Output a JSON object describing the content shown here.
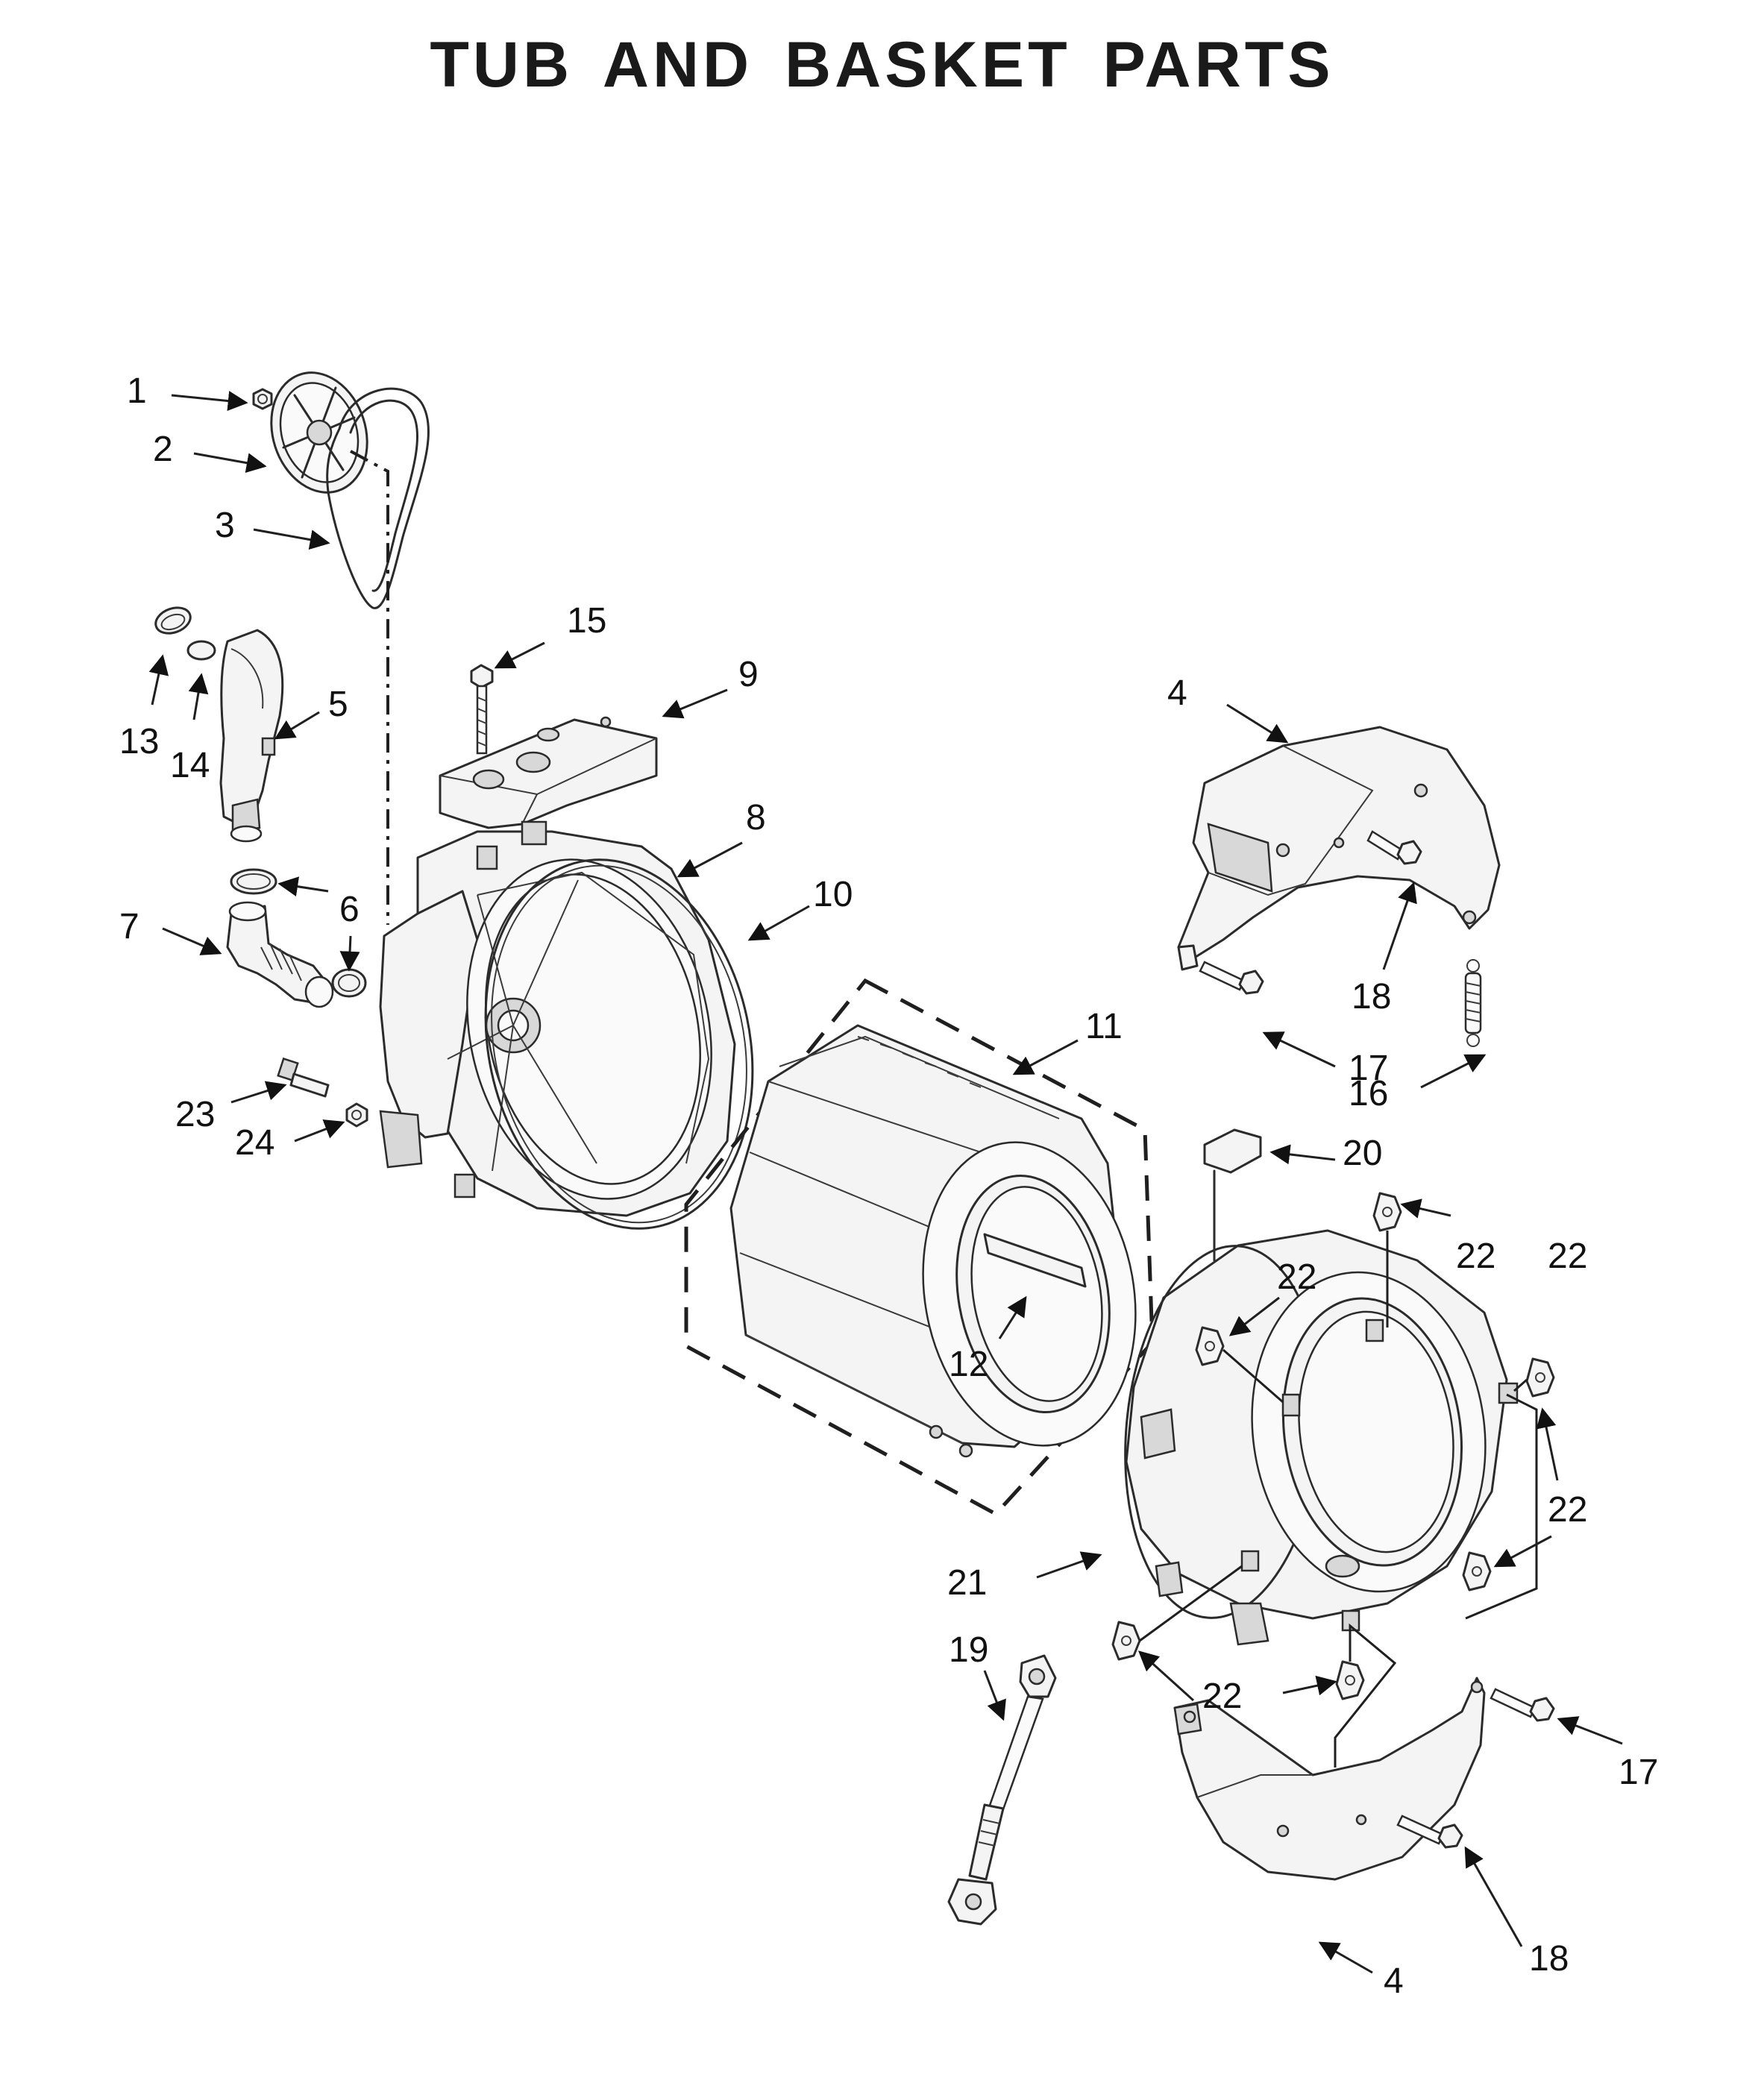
{
  "page": {
    "title": "TUB AND BASKET PARTS"
  },
  "callouts": {
    "c1": "1",
    "c2": "2",
    "c3": "3",
    "c4a": "4",
    "c4b": "4",
    "c5": "5",
    "c6": "6",
    "c7": "7",
    "c8": "8",
    "c9": "9",
    "c10": "10",
    "c11": "11",
    "c12": "12",
    "c13": "13",
    "c14": "14",
    "c15": "15",
    "c16": "16",
    "c17a": "17",
    "c17b": "17",
    "c18a": "18",
    "c18b": "18",
    "c19": "19",
    "c20": "20",
    "c21": "21",
    "c22a": "22",
    "c22b": "22",
    "c22c": "22",
    "c22d": "22",
    "c22e": "22",
    "c23": "23",
    "c24": "24"
  },
  "colors": {
    "line": "#2b2b2b",
    "fill": "#f4f4f4",
    "shade": "#d8d8d8",
    "text": "#111111"
  }
}
